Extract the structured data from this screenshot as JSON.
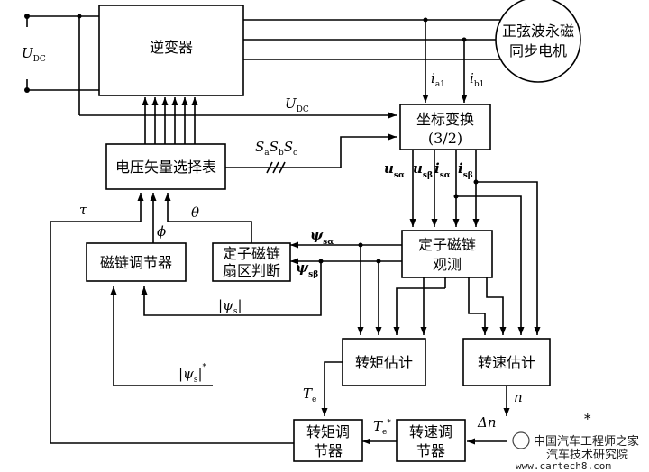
{
  "blocks": {
    "inverter": "逆变器",
    "motor_line1": "正弦波永磁",
    "motor_line2": "同步电机",
    "coord_transform_line1": "坐标变换",
    "coord_transform_line2": "(3/2)",
    "voltage_vector_table": "电压矢量选择表",
    "flux_regulator": "磁链调节器",
    "sector_line1": "定子磁链",
    "sector_line2": "扇区判断",
    "flux_observer_line1": "定子磁链",
    "flux_observer_line2": "观测",
    "torque_estimator": "转矩估计",
    "speed_estimator": "转速估计",
    "torque_regulator_line1": "转矩调",
    "torque_regulator_line2": "节器",
    "speed_regulator_line1": "转速调",
    "speed_regulator_line2": "节器"
  },
  "signals": {
    "udc_main": "U",
    "udc_main_sub": "DC",
    "udc_mid": "U",
    "udc_mid_sub": "DC",
    "ia": "i",
    "ia_sub": "a1",
    "ib": "i",
    "ib_sub": "b1",
    "sa": "S",
    "sa_sub": "a",
    "sb": "S",
    "sb_sub": "b",
    "sc": "S",
    "sc_sub": "c",
    "u_alpha": "u",
    "u_alpha_sub": "sα",
    "u_beta": "u",
    "u_beta_sub": "sβ",
    "i_alpha": "i",
    "i_alpha_sub": "sα",
    "i_beta": "i",
    "i_beta_sub": "sβ",
    "tau": "τ",
    "phi": "ϕ",
    "theta": "θ",
    "psi_alpha": "ψ",
    "psi_alpha_sub": "sα",
    "psi_beta": "ψ",
    "psi_beta_sub": "sβ",
    "psi_mag": "|ψ",
    "psi_mag_sub": "s",
    "psi_mag_close": "|",
    "psi_ref": "|ψ",
    "psi_ref_sub": "s",
    "psi_ref_close": "|",
    "psi_ref_star": "*",
    "te": "T",
    "te_sub": "e",
    "te_ref": "T",
    "te_ref_sub": "e",
    "te_ref_star": "*",
    "n": "n",
    "delta_n": "Δn",
    "n_ref_star": "*"
  },
  "watermark": {
    "site_cn": "中国汽车工程师之家",
    "site_cn2": "汽车技术研究院",
    "site_url": "www.cartech8.com"
  }
}
